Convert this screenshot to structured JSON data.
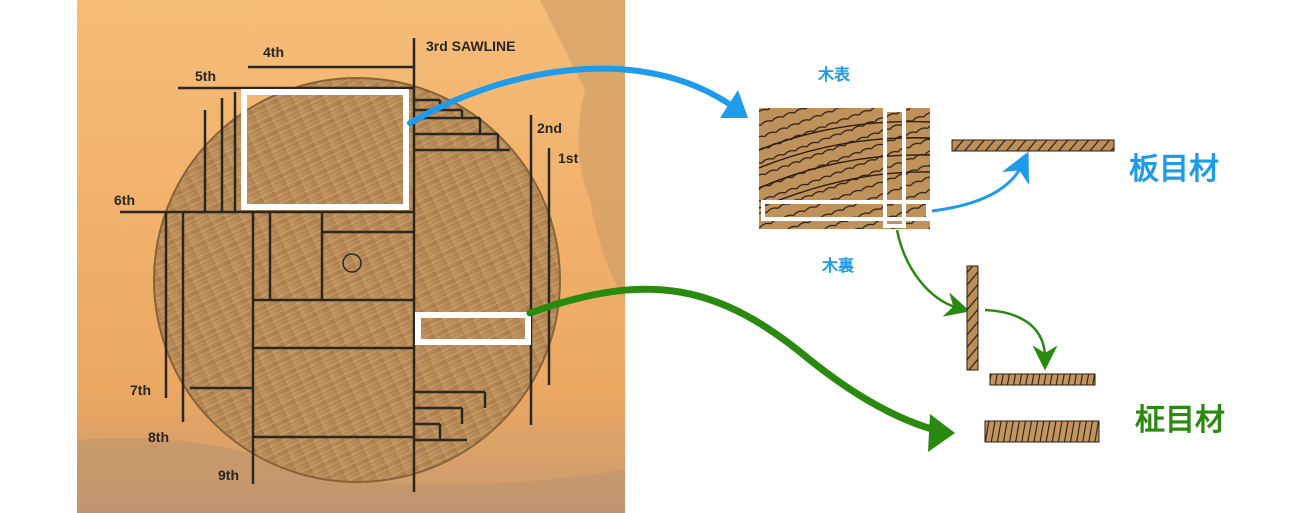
{
  "sawlines": {
    "first": "1st",
    "second": "2nd",
    "third": "3rd SAWLINE",
    "fourth": "4th",
    "fifth": "5th",
    "sixth": "6th",
    "seventh": "7th",
    "eighth": "8th",
    "ninth": "9th"
  },
  "grain_labels": {
    "bark_side": "木表",
    "pith_side": "木裏",
    "flat_sawn": "板目材",
    "quarter_sawn": "柾目材"
  },
  "colors": {
    "flat_sawn_accent": "#1e9bea",
    "quarter_sawn_accent": "#2a8a10",
    "background_orange": "#f3b36d",
    "wood_tan": "#b88a57",
    "saw_line": "#2a2620"
  }
}
